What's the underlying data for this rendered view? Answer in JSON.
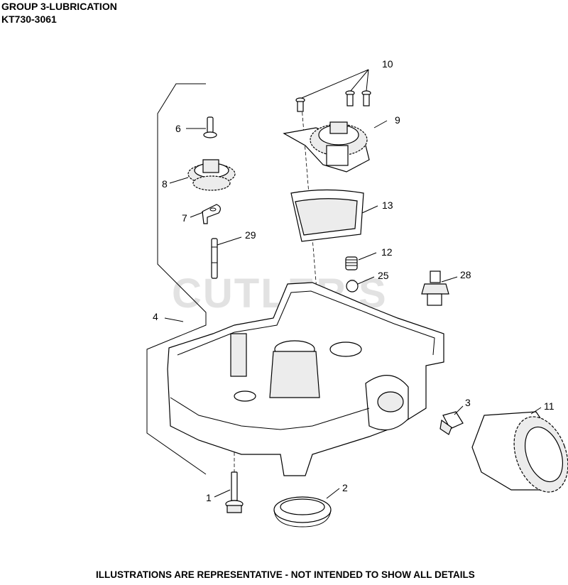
{
  "header": {
    "title": "GROUP 3-LUBRICATION",
    "model": "KT730-3061"
  },
  "watermark": "CUTLER'S",
  "footer": "ILLUSTRATIONS ARE REPRESENTATIVE - NOT INTENDED TO SHOW ALL DETAILS",
  "callouts": {
    "c1": "1",
    "c2": "2",
    "c3": "3",
    "c4": "4",
    "c6": "6",
    "c7": "7",
    "c8": "8",
    "c9": "9",
    "c10": "10",
    "c11": "11",
    "c12": "12",
    "c13": "13",
    "c25": "25",
    "c28": "28",
    "c29": "29"
  }
}
